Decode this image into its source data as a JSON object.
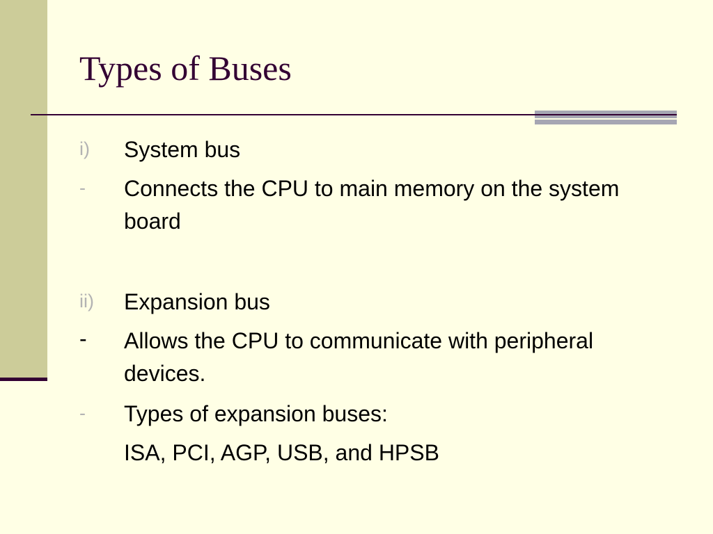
{
  "slide": {
    "title": "Types of Buses",
    "colors": {
      "background": "#ffffe5",
      "left_band": "#cccc99",
      "title": "#330033",
      "accent_bar": "#a6a6b3",
      "faint_marker": "#b3b3b3"
    },
    "items": [
      {
        "marker": "i)",
        "text": "System bus"
      },
      {
        "marker": "-",
        "text": "Connects the CPU to main memory on the system board"
      },
      {
        "marker": "ii)",
        "text": "Expansion bus"
      },
      {
        "marker": "-",
        "text": "Allows the CPU to communicate with peripheral devices."
      },
      {
        "marker": "-",
        "text": "Types of expansion buses:"
      },
      {
        "marker": "",
        "text": "ISA, PCI, AGP, USB, and HPSB"
      }
    ]
  }
}
